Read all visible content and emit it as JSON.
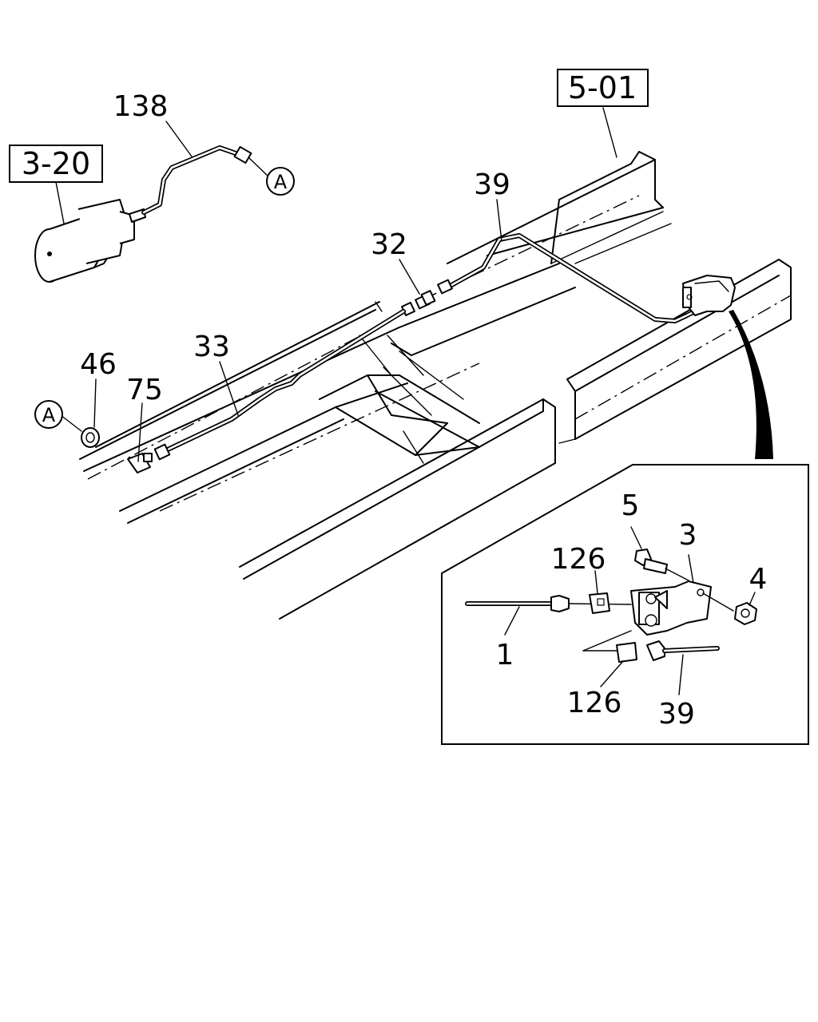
{
  "references": {
    "ref_a": "5-01",
    "ref_b": "3-20"
  },
  "callouts": {
    "a_upper": "A",
    "a_lower": "A"
  },
  "labels": {
    "p138": "138",
    "p39_main": "39",
    "p32": "32",
    "p33": "33",
    "p46": "46",
    "p75": "75",
    "p5": "5",
    "p3": "3",
    "p126_top": "126",
    "p4": "4",
    "p1": "1",
    "p126_bottom": "126",
    "p39_detail": "39"
  }
}
